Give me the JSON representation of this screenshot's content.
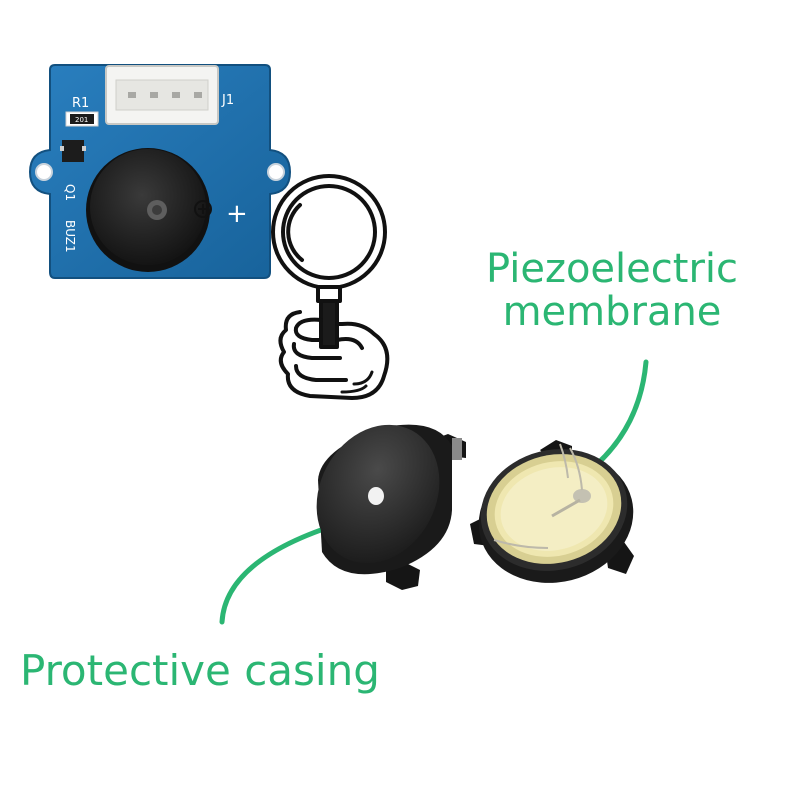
{
  "board": {
    "silkscreen": {
      "r1": "R1",
      "j1": "J1",
      "q1": "Q1",
      "buz1": "BUZ1",
      "plus": "+",
      "resistor_code": "201"
    }
  },
  "labels": {
    "piezo_line1": "Piezoelectric",
    "piezo_line2": "membrane",
    "casing": "Protective casing"
  },
  "colors": {
    "label_green": "#2bb673",
    "board_blue": "#1f6fa8",
    "buzzer_black": "#1c1c1c",
    "membrane_yellow": "#efe7b0"
  }
}
